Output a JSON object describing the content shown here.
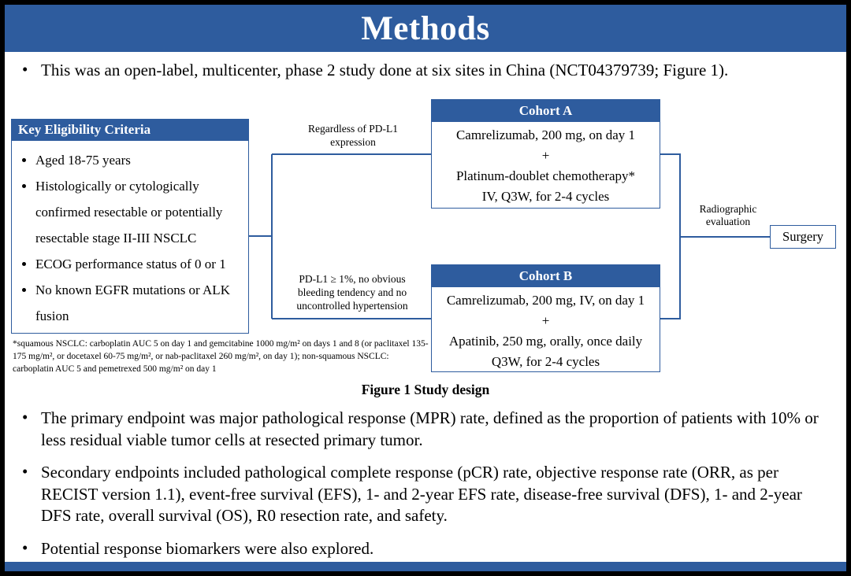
{
  "colors": {
    "accent_blue": "#2E5C9E"
  },
  "title": "Methods",
  "intro_bullet": "This was an open-label, multicenter, phase 2 study done at six sites in China (NCT04379739; Figure 1).",
  "figure": {
    "eligibility": {
      "header": "Key Eligibility Criteria",
      "items": [
        "Aged 18-75 years",
        "Histologically or cytologically confirmed resectable or potentially resectable stage II-III NSCLC",
        "ECOG performance status of 0 or 1",
        "No known EGFR mutations or ALK fusion"
      ]
    },
    "branch_top_label": "Regardless of PD-L1 expression",
    "branch_bottom_label": "PD-L1 ≥ 1%, no obvious bleeding tendency and no uncontrolled hypertension",
    "cohort_a": {
      "header": "Cohort A",
      "lines": [
        "Camrelizumab, 200 mg, on day 1",
        "+",
        "Platinum-doublet chemotherapy*",
        "IV, Q3W, for 2-4 cycles"
      ]
    },
    "cohort_b": {
      "header": "Cohort B",
      "lines": [
        "Camrelizumab, 200 mg, IV, on day 1",
        "+",
        "Apatinib, 250 mg, orally, once daily",
        "Q3W, for 2-4 cycles"
      ]
    },
    "radiographic_label": "Radiographic evaluation",
    "surgery_label": "Surgery",
    "footnote": "*squamous NSCLC: carboplatin AUC 5 on day 1 and gemcitabine 1000 mg/m² on days 1 and 8 (or paclitaxel 135-175 mg/m², or docetaxel 60-75 mg/m², or nab-paclitaxel 260 mg/m², on day 1); non-squamous NSCLC: carboplatin AUC 5 and pemetrexed 500 mg/m² on day 1",
    "caption": "Figure 1 Study design"
  },
  "bullets": [
    "The primary endpoint was major pathological response (MPR) rate, defined as the proportion of patients with 10% or less residual viable tumor cells at resected primary tumor.",
    "Secondary endpoints included pathological complete response (pCR) rate, objective response rate (ORR, as per RECIST version 1.1), event-free survival (EFS), 1- and 2-year EFS rate, disease-free survival (DFS), 1- and 2-year DFS rate, overall survival (OS), R0 resection rate, and safety.",
    "Potential response biomarkers were also explored."
  ]
}
